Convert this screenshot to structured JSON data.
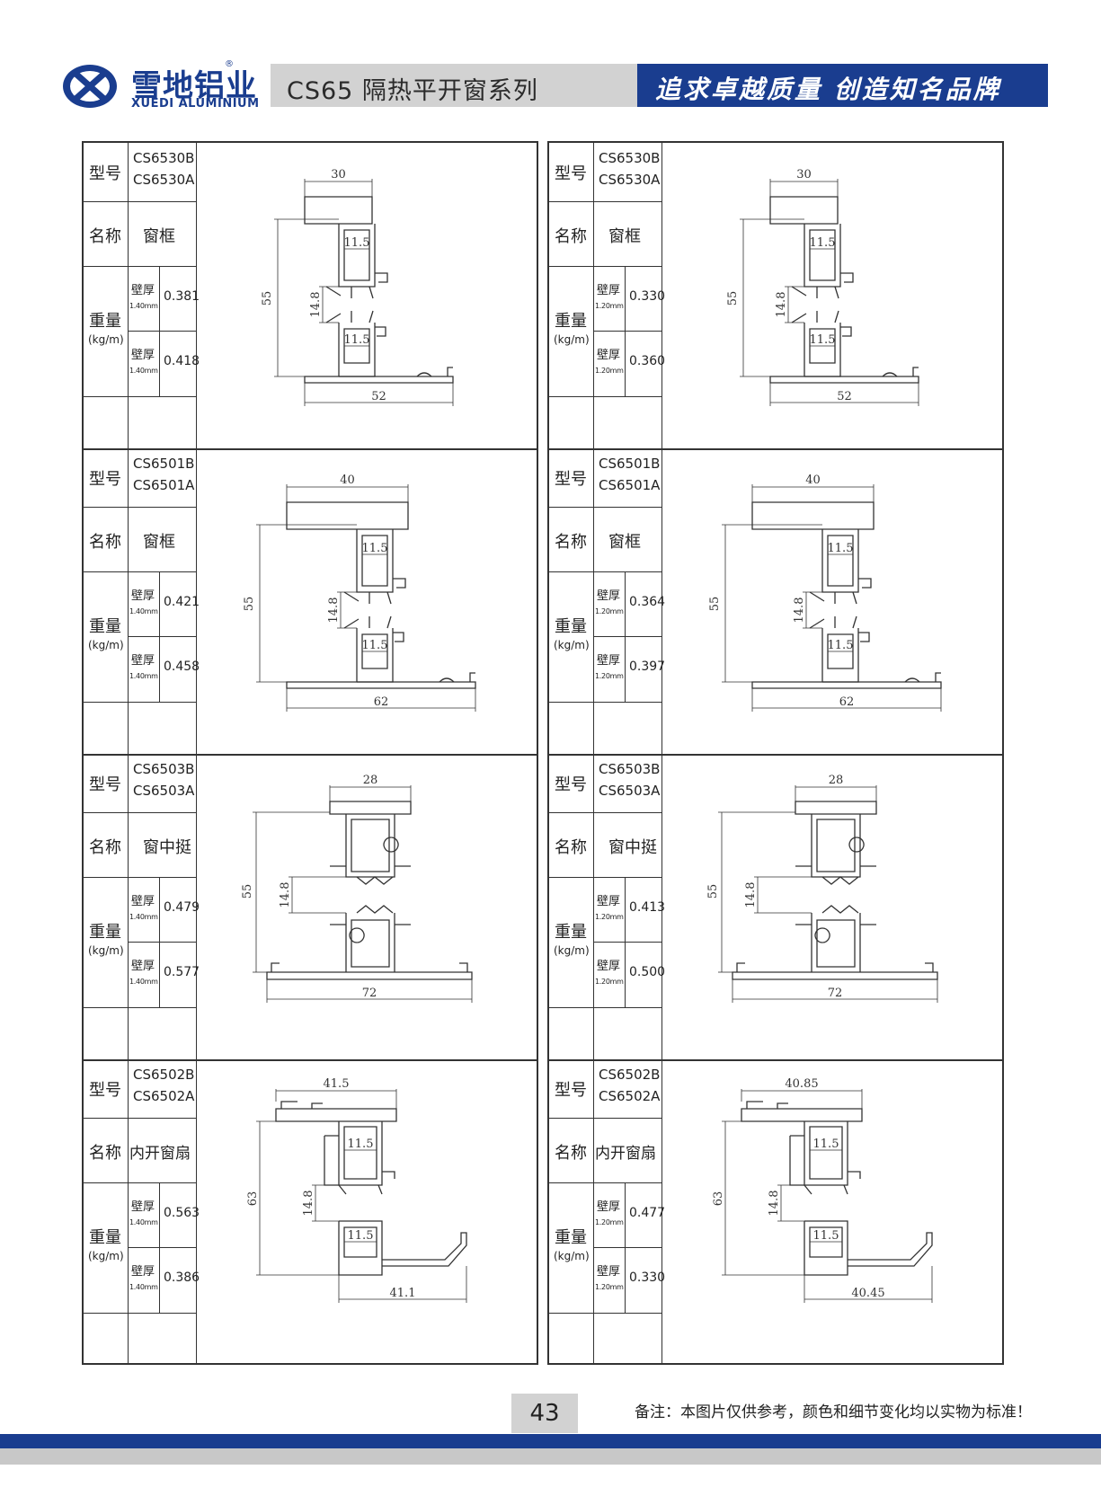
{
  "header": {
    "brand_cn": "雪地铝业",
    "brand_en": "XUEDI ALUMINIUM",
    "registered": "®",
    "series_title": "CS65 隔热平开窗系列",
    "slogan": "追求卓越质量 创造知名品牌",
    "colors": {
      "brand_blue": "#1a3d8f",
      "title_gray": "#d2d2d2"
    }
  },
  "labels": {
    "model": "型号",
    "name": "名称",
    "weight": "重量",
    "weight_unit": "(kg/m)",
    "wall": "壁厚"
  },
  "profiles": [
    {
      "model_b": "CS6530B",
      "model_a": "CS6530A",
      "name": "窗框",
      "wall1": "1.40mm",
      "w1": "0.381",
      "wall2": "1.40mm",
      "w2": "0.418",
      "dims": {
        "top": "30",
        "height": "55",
        "gap": "14.8",
        "c1": "11.5",
        "c2": "11.5",
        "bottom": "52"
      }
    },
    {
      "model_b": "CS6530B",
      "model_a": "CS6530A",
      "name": "窗框",
      "wall1": "1.20mm",
      "w1": "0.330",
      "wall2": "1.20mm",
      "w2": "0.360",
      "dims": {
        "top": "30",
        "height": "55",
        "gap": "14.8",
        "c1": "11.5",
        "c2": "11.5",
        "bottom": "52"
      }
    },
    {
      "model_b": "CS6501B",
      "model_a": "CS6501A",
      "name": "窗框",
      "wall1": "1.40mm",
      "w1": "0.421",
      "wall2": "1.40mm",
      "w2": "0.458",
      "dims": {
        "top": "40",
        "height": "55",
        "gap": "14.8",
        "c1": "11.5",
        "c2": "11.5",
        "bottom": "62"
      }
    },
    {
      "model_b": "CS6501B",
      "model_a": "CS6501A",
      "name": "窗框",
      "wall1": "1.20mm",
      "w1": "0.364",
      "wall2": "1.20mm",
      "w2": "0.397",
      "dims": {
        "top": "40",
        "height": "55",
        "gap": "14.8",
        "c1": "11.5",
        "c2": "11.5",
        "bottom": "62"
      }
    },
    {
      "model_b": "CS6503B",
      "model_a": "CS6503A",
      "name": "窗中挺",
      "wall1": "1.40mm",
      "w1": "0.479",
      "wall2": "1.40mm",
      "w2": "0.577",
      "dims": {
        "top": "28",
        "height": "55",
        "gap": "14.8",
        "c1": "",
        "c2": "",
        "bottom": "72"
      }
    },
    {
      "model_b": "CS6503B",
      "model_a": "CS6503A",
      "name": "窗中挺",
      "wall1": "1.20mm",
      "w1": "0.413",
      "wall2": "1.20mm",
      "w2": "0.500",
      "dims": {
        "top": "28",
        "height": "55",
        "gap": "14.8",
        "c1": "",
        "c2": "",
        "bottom": "72"
      }
    },
    {
      "model_b": "CS6502B",
      "model_a": "CS6502A",
      "name": "内开窗扇",
      "wall1": "1.40mm",
      "w1": "0.563",
      "wall2": "1.40mm",
      "w2": "0.386",
      "dims": {
        "top": "41.5",
        "height": "63",
        "gap": "14.8",
        "c1": "11.5",
        "c2": "11.5",
        "bottom": "41.1"
      }
    },
    {
      "model_b": "CS6502B",
      "model_a": "CS6502A",
      "name": "内开窗扇",
      "wall1": "1.20mm",
      "w1": "0.477",
      "wall2": "1.20mm",
      "w2": "0.330",
      "dims": {
        "top": "40.85",
        "height": "63",
        "gap": "14.8",
        "c1": "11.5",
        "c2": "11.5",
        "bottom": "40.45"
      }
    }
  ],
  "footer": {
    "page": "43",
    "note": "备注：本图片仅供参考，颜色和细节变化均以实物为标准！"
  }
}
